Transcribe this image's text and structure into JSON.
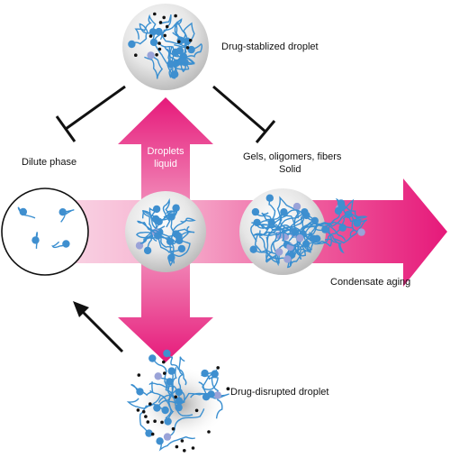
{
  "labels": {
    "drug_stabilized": "Drug-stablized droplet",
    "dilute_phase": "Dilute phase",
    "droplets": "Droplets",
    "liquid": "liquid",
    "gels": "Gels, oligomers, fibers",
    "solid": "Solid",
    "condensate_aging": "Condensate aging",
    "drug_disrupted": "Drug-disrupted droplet"
  },
  "colors": {
    "magenta": "#e6197a",
    "chain": "#3a8fd0",
    "bead_dark": "#3f8fcf",
    "bead_light": "#9aa3d8",
    "drug_dot": "#111111",
    "droplet_gray": "#c9c9c9"
  }
}
